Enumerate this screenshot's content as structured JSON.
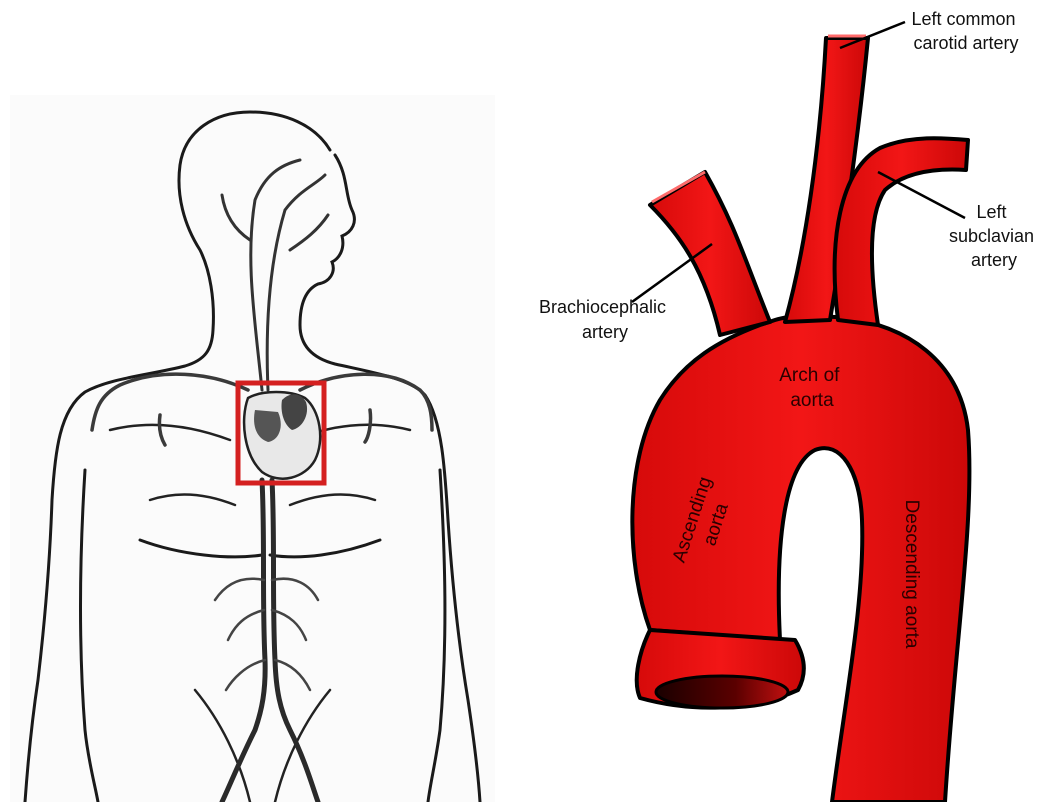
{
  "colors": {
    "artery_fill": "#ee1212",
    "artery_outline": "#000000",
    "highlight_box": "#d42020",
    "body_outline": "#1a1a1a",
    "vessel_dark": "#333333"
  },
  "labels": {
    "left_common_carotid": [
      "Left common",
      "carotid artery"
    ],
    "left_subclavian": [
      "Left",
      "subclavian",
      "artery"
    ],
    "brachiocephalic": [
      "Brachiocephalic",
      "artery"
    ],
    "arch": [
      "Arch of",
      "aorta"
    ],
    "ascending": [
      "Ascending",
      "aorta"
    ],
    "descending": "Descending aorta"
  }
}
